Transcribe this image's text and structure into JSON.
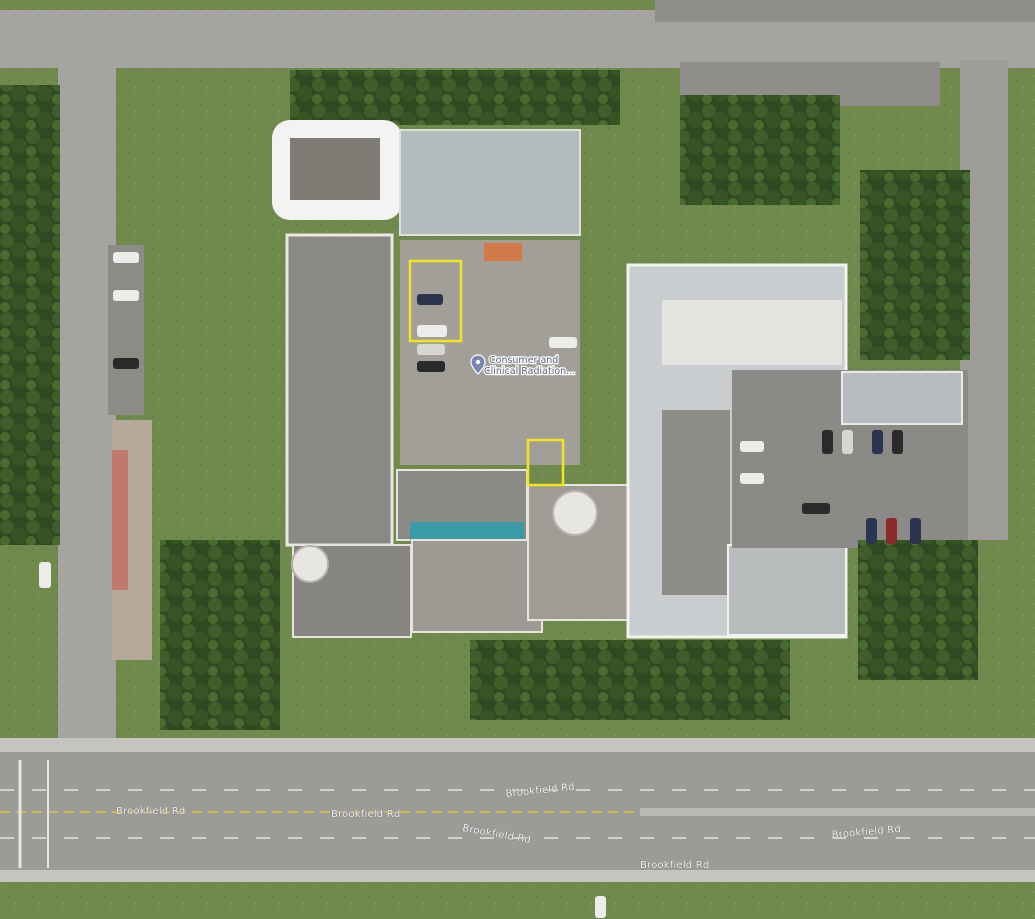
{
  "map": {
    "view": "satellite",
    "poi": {
      "name_line1": "Consumer and",
      "name_line2": "Clinical Radiation...",
      "icon": "map-pin-icon"
    },
    "streets": {
      "label1": "Brookfield Rd",
      "label2": "Brookfield Rd",
      "label3": "Brookfield Rd",
      "label4": "Brookfield Rd",
      "label5": "Brookfield Rd",
      "label6": "Brookfield Rd"
    },
    "highlight_color": "#f2e51e"
  }
}
